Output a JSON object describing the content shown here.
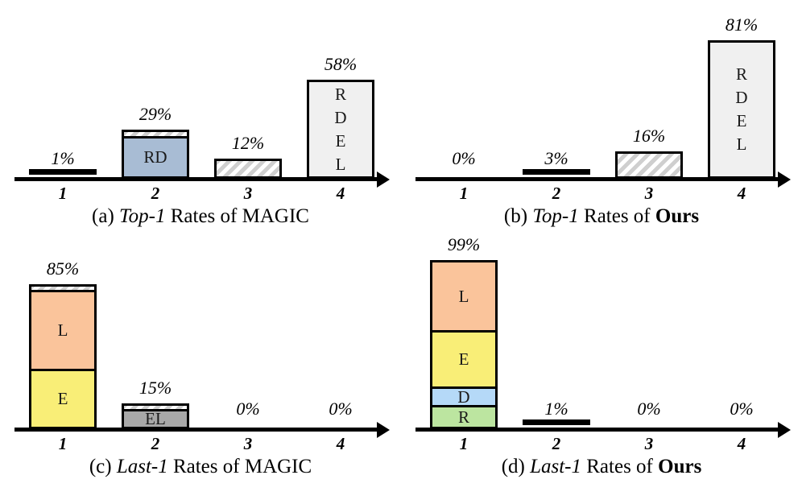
{
  "chart_data": {
    "type": "bar",
    "title": "",
    "layout": "2x2 grid of stacked bar panels",
    "shared": {
      "categories": [
        "1",
        "2",
        "3",
        "4"
      ],
      "xlabel": "",
      "ylabel": "",
      "ylim": [
        0,
        100
      ],
      "grid": false,
      "legend": "none (in-bar letter labels)"
    },
    "segment_colors": {
      "R": "#bce5a0",
      "D": "#b5d9f8",
      "E": "#f9ee77",
      "L": "#fac49b",
      "RD": "#a8bcd4",
      "EL": "#a8a8a8",
      "RDEL": "#f0f0f0",
      "hatched": "#f2f2f2"
    },
    "panels": [
      {
        "id": "a",
        "caption_prefix": "(a)",
        "caption_em": "Top-1",
        "caption_mid": " Rates of ",
        "caption_strong": "MAGIC",
        "caption_bold": false,
        "categories": [
          "1",
          "2",
          "3",
          "4"
        ],
        "values": [
          1,
          29,
          12,
          58
        ],
        "labels": [
          "1%",
          "29%",
          "12%",
          "58%"
        ],
        "bars": [
          {
            "category": "1",
            "total": 1,
            "label": "1%",
            "style": "stub",
            "segments": []
          },
          {
            "category": "2",
            "total": 29,
            "label": "29%",
            "style": "framed",
            "segments": [
              {
                "name": "hatch-cap",
                "value": 3,
                "fill": "hatched",
                "text": ""
              },
              {
                "name": "RD",
                "value": 26,
                "fill": "RD",
                "text": "RD"
              }
            ]
          },
          {
            "category": "3",
            "total": 12,
            "label": "12%",
            "style": "framed",
            "segments": [
              {
                "name": "hatched",
                "value": 12,
                "fill": "hatched",
                "text": ""
              }
            ]
          },
          {
            "category": "4",
            "total": 58,
            "label": "58%",
            "style": "framed",
            "segments": [
              {
                "name": "RDEL",
                "value": 58,
                "fill": "RDEL",
                "text": "R D E L"
              }
            ]
          }
        ]
      },
      {
        "id": "b",
        "caption_prefix": "(b)",
        "caption_em": "Top-1",
        "caption_mid": " Rates of ",
        "caption_strong": "Ours",
        "caption_bold": true,
        "categories": [
          "1",
          "2",
          "3",
          "4"
        ],
        "values": [
          0,
          3,
          16,
          81
        ],
        "labels": [
          "0%",
          "3%",
          "16%",
          "81%"
        ],
        "bars": [
          {
            "category": "1",
            "total": 0,
            "label": "0%",
            "style": "none",
            "segments": []
          },
          {
            "category": "2",
            "total": 3,
            "label": "3%",
            "style": "stub",
            "segments": []
          },
          {
            "category": "3",
            "total": 16,
            "label": "16%",
            "style": "framed",
            "segments": [
              {
                "name": "hatched",
                "value": 16,
                "fill": "hatched",
                "text": ""
              }
            ]
          },
          {
            "category": "4",
            "total": 81,
            "label": "81%",
            "style": "framed",
            "segments": [
              {
                "name": "RDEL",
                "value": 81,
                "fill": "RDEL",
                "text": "R D E L"
              }
            ]
          }
        ]
      },
      {
        "id": "c",
        "caption_prefix": "(c)",
        "caption_em": "Last-1",
        "caption_mid": " Rates of ",
        "caption_strong": "MAGIC",
        "caption_bold": false,
        "categories": [
          "1",
          "2",
          "3",
          "4"
        ],
        "values": [
          85,
          15,
          0,
          0
        ],
        "labels": [
          "85%",
          "15%",
          "0%",
          "0%"
        ],
        "bars": [
          {
            "category": "1",
            "total": 85,
            "label": "85%",
            "style": "framed",
            "segments": [
              {
                "name": "hatch-cap",
                "value": 2,
                "fill": "hatched",
                "text": ""
              },
              {
                "name": "L",
                "value": 48,
                "fill": "L",
                "text": "L"
              },
              {
                "name": "E",
                "value": 35,
                "fill": "E",
                "text": "E"
              }
            ]
          },
          {
            "category": "2",
            "total": 15,
            "label": "15%",
            "style": "framed",
            "segments": [
              {
                "name": "hatch-cap",
                "value": 2,
                "fill": "hatched",
                "text": ""
              },
              {
                "name": "EL",
                "value": 13,
                "fill": "EL",
                "text": "EL"
              }
            ]
          },
          {
            "category": "3",
            "total": 0,
            "label": "0%",
            "style": "none",
            "segments": []
          },
          {
            "category": "4",
            "total": 0,
            "label": "0%",
            "style": "none",
            "segments": []
          }
        ]
      },
      {
        "id": "d",
        "caption_prefix": "(d)",
        "caption_em": "Last-1",
        "caption_mid": " Rates of ",
        "caption_strong": "Ours",
        "caption_bold": true,
        "categories": [
          "1",
          "2",
          "3",
          "4"
        ],
        "values": [
          99,
          1,
          0,
          0
        ],
        "labels": [
          "99%",
          "1%",
          "0%",
          "0%"
        ],
        "bars": [
          {
            "category": "1",
            "total": 99,
            "label": "99%",
            "style": "framed",
            "segments": [
              {
                "name": "L",
                "value": 41,
                "fill": "L",
                "text": "L"
              },
              {
                "name": "E",
                "value": 34,
                "fill": "E",
                "text": "E"
              },
              {
                "name": "D",
                "value": 11,
                "fill": "D",
                "text": "D"
              },
              {
                "name": "R",
                "value": 13,
                "fill": "R",
                "text": "R"
              }
            ]
          },
          {
            "category": "2",
            "total": 1,
            "label": "1%",
            "style": "stub",
            "segments": []
          },
          {
            "category": "3",
            "total": 0,
            "label": "0%",
            "style": "none",
            "segments": []
          },
          {
            "category": "4",
            "total": 0,
            "label": "0%",
            "style": "none",
            "segments": []
          }
        ]
      }
    ]
  }
}
